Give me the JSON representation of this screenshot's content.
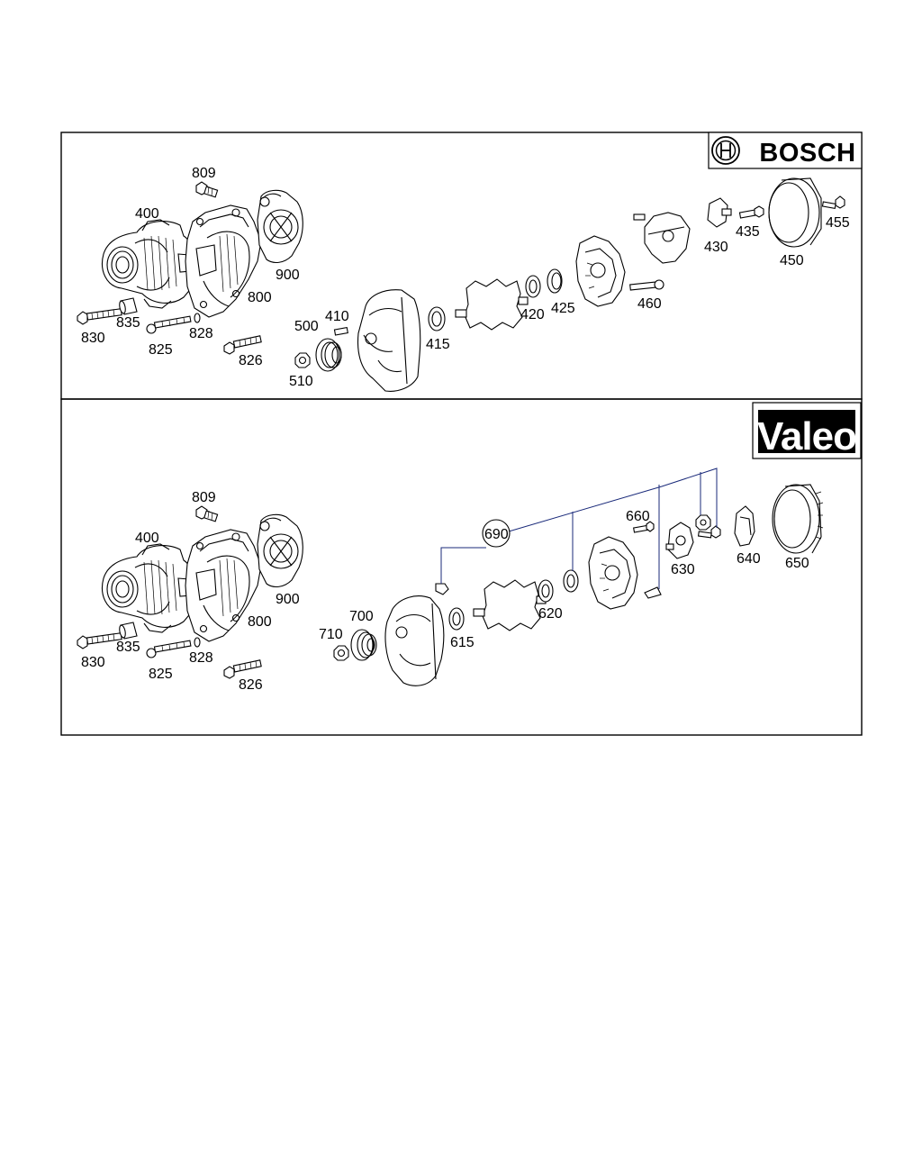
{
  "brands": {
    "bosch": "BOSCH",
    "valeo": "Valeo"
  },
  "bosch_labels": {
    "l809": "809",
    "l400": "400",
    "l900": "900",
    "l800": "800",
    "l830": "830",
    "l835": "835",
    "l825": "825",
    "l828": "828",
    "l826": "826",
    "l500": "500",
    "l410": "410",
    "l510": "510",
    "l415": "415",
    "l420": "420",
    "l425": "425",
    "l460": "460",
    "l430": "430",
    "l435": "435",
    "l455": "455",
    "l450": "450"
  },
  "valeo_labels": {
    "l809": "809",
    "l400": "400",
    "l900": "900",
    "l800": "800",
    "l830": "830",
    "l835": "835",
    "l825": "825",
    "l828": "828",
    "l826": "826",
    "l690": "690",
    "l660": "660",
    "l710": "710",
    "l700": "700",
    "l615": "615",
    "l620": "620",
    "l630": "630",
    "l640": "640",
    "l650": "650"
  },
  "colors": {
    "line": "#000000",
    "leader": "#1a2a7a",
    "background": "#ffffff"
  }
}
